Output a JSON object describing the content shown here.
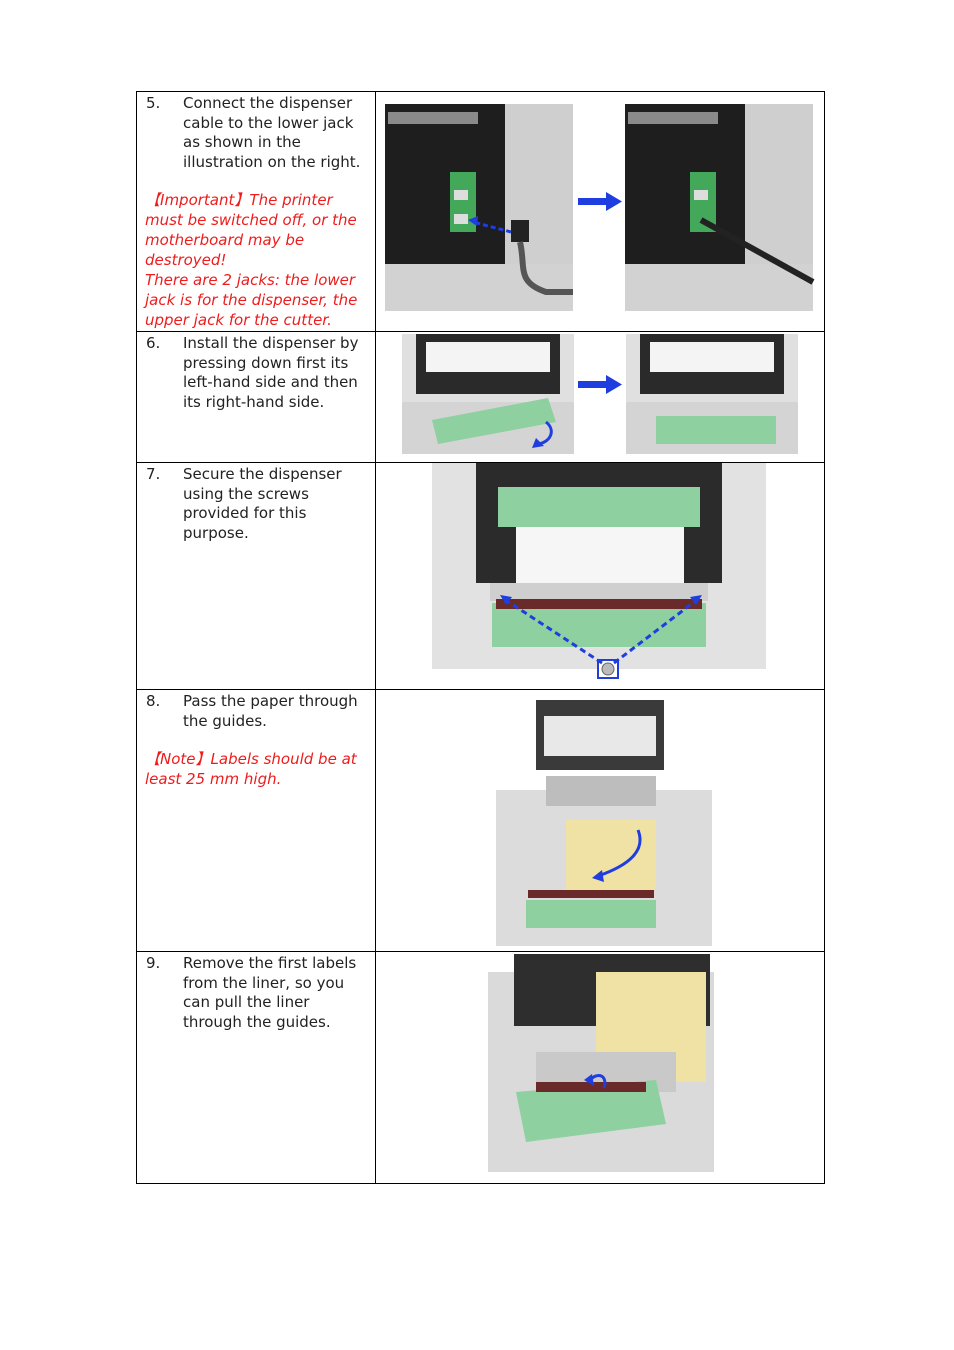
{
  "steps": [
    {
      "number": "5.",
      "text": "Connect the dispenser cable to the lower jack as shown in the illustration on the right.",
      "note_bracket_open": "【",
      "note_label": "Important",
      "note_bracket_close": "】",
      "note_text": "The printer must be switched off, or the motherboard may be destroyed!",
      "note_extra": "There are 2 jacks: the lower jack is for the dispenser, the upper jack for the cutter."
    },
    {
      "number": "6.",
      "text": "Install the dispenser by pressing down first its left-hand side and then its right-hand side."
    },
    {
      "number": "7.",
      "text": "Secure the dispenser using the screws provided for this purpose."
    },
    {
      "number": "8.",
      "text": "Pass the paper through the guides.",
      "note_bracket_open": "【",
      "note_label": "Note",
      "note_bracket_close": "】",
      "note_text": "Labels should be at least 25 mm high."
    },
    {
      "number": "9.",
      "text": "Remove the first labels from the liner, so you can pull the liner through the guides."
    }
  ],
  "colors": {
    "text": "#222222",
    "note": "#ee1c1c",
    "arrow": "#1f3ee0",
    "dispenser_green": "#8fd0a0",
    "printer_grey": "#d8d8d8",
    "label_yellow": "#efe2a4"
  }
}
